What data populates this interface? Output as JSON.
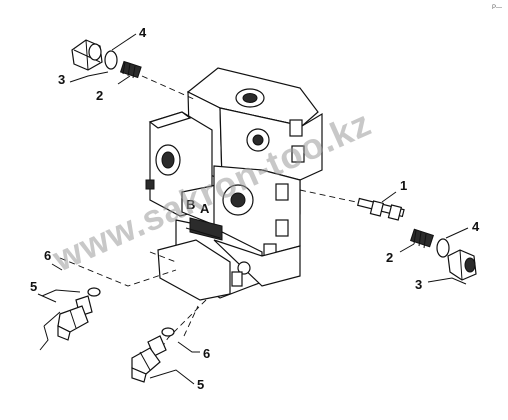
{
  "callouts": {
    "c1": "1",
    "c2_top": "2",
    "c2_right": "2",
    "c3_top": "3",
    "c3_right": "3",
    "c4_top": "4",
    "c4_right": "4",
    "c5_left": "5",
    "c5_bottom": "5",
    "c6_left": "6",
    "c6_bottom": "6"
  },
  "port_labels": {
    "b": "B",
    "a": "A"
  },
  "watermark": "www.sakron-too.kz",
  "corner_mark": "P—",
  "colors": {
    "line": "#111111",
    "watermark": "#9a9a9a",
    "background": "#ffffff"
  }
}
